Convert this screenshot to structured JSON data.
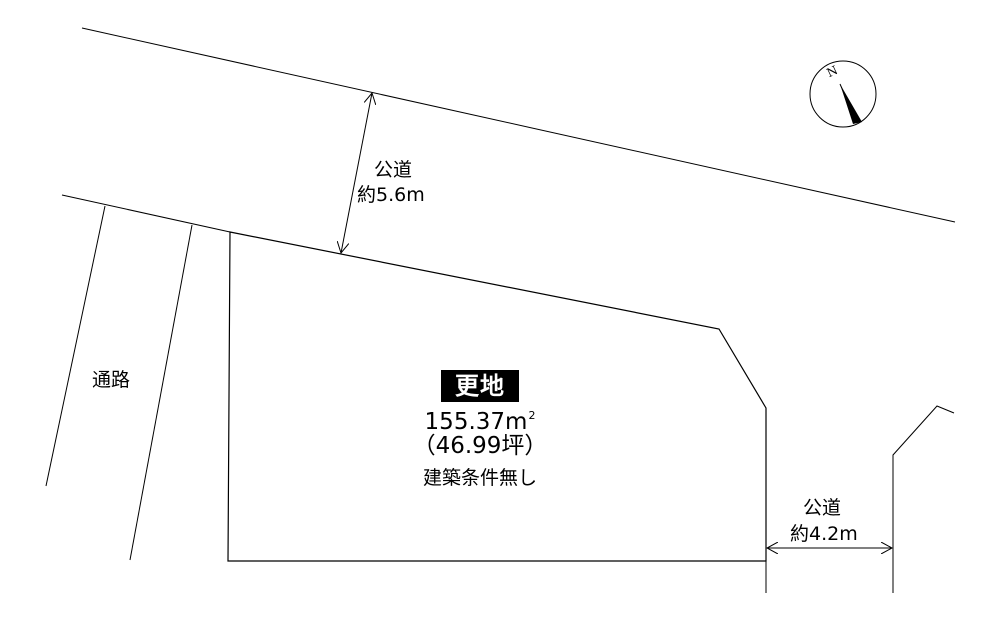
{
  "lot": {
    "title": "更地",
    "area_value": "155.37m",
    "area_unit_sup": "2",
    "tsubo": "（46.99坪）",
    "condition": "建築条件無し"
  },
  "north_road": {
    "label": "公道",
    "width": "約5.6m"
  },
  "east_road": {
    "label": "公道",
    "width": "約4.2m"
  },
  "west_path": {
    "label": "通路"
  },
  "compass": {
    "north_letter": "N"
  }
}
